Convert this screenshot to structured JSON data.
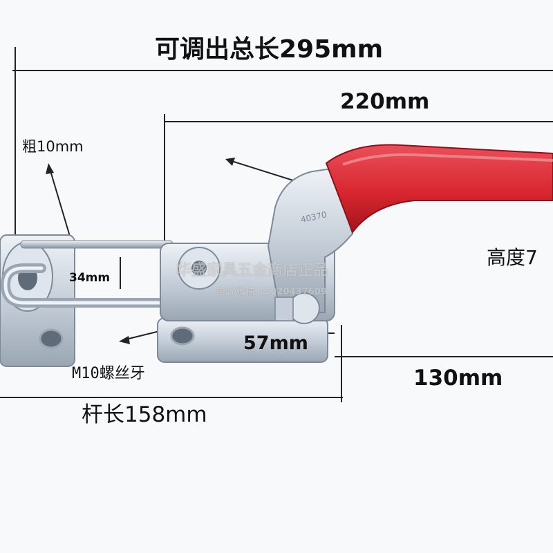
{
  "labels": {
    "total_length": "可调出总长295mm",
    "length_220": "220mm",
    "thickness": "粗10mm",
    "gap_34": "34mm",
    "height": "高度7",
    "length_57": "57mm",
    "thread": "M10螺丝牙",
    "length_130": "130mm",
    "rod_length": "杆长158mm"
  },
  "part_number": "40370",
  "watermark": {
    "shop": "华盛家具五金商店正品",
    "phone": "电话/微信 15020437609"
  },
  "colors": {
    "handle": "#d8262f",
    "metal": "#c9d2dc",
    "background": "#f8f9fb"
  }
}
